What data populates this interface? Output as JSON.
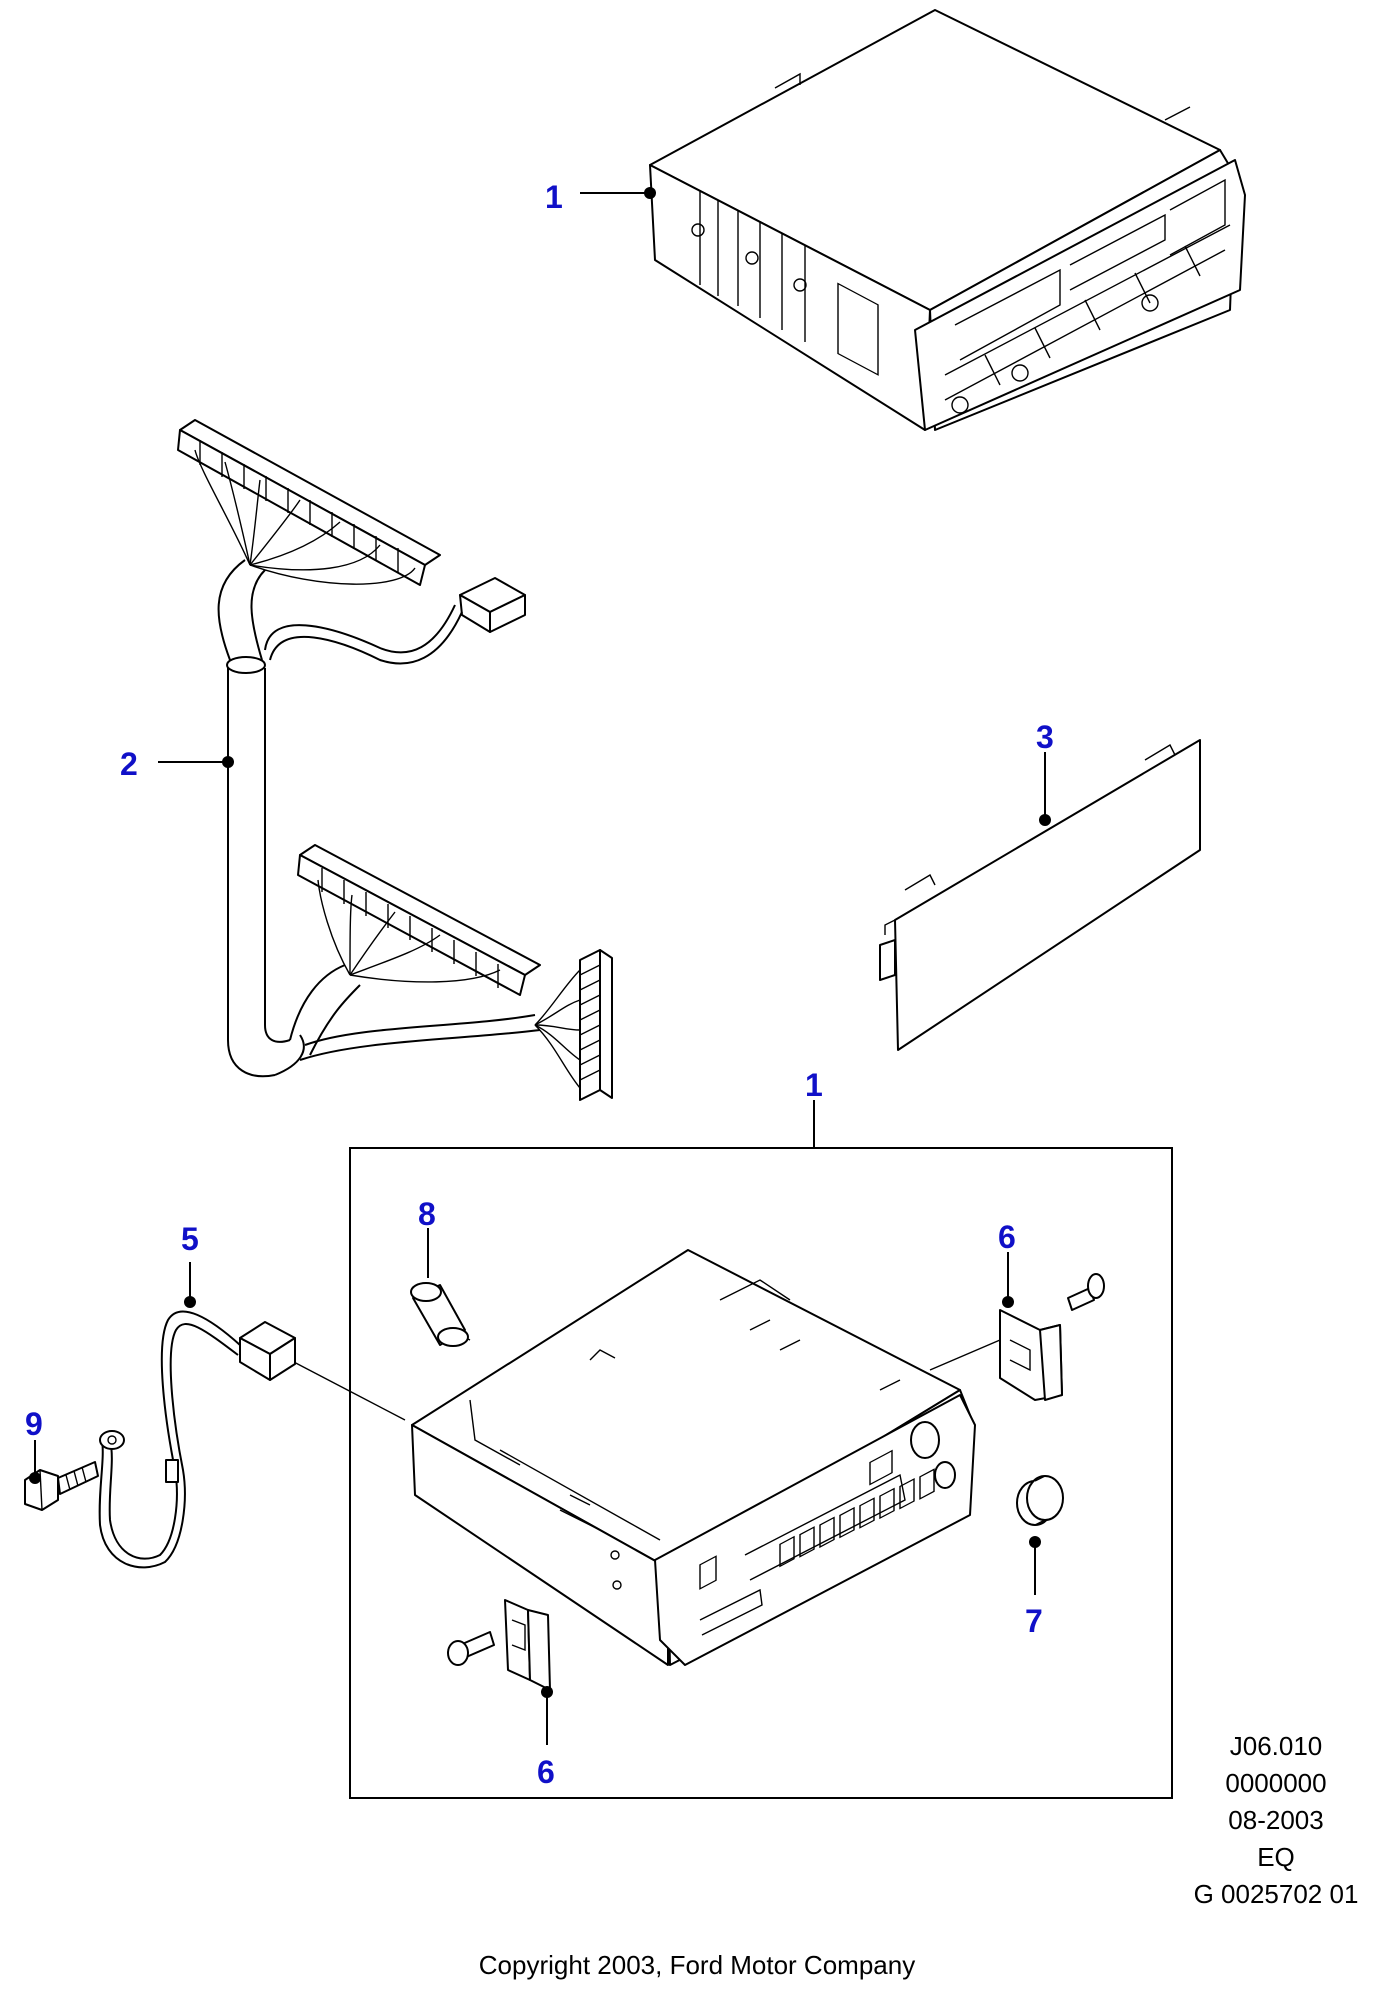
{
  "callouts": {
    "c1_top": "1",
    "c2": "2",
    "c3": "3",
    "c1_box": "1",
    "c8": "8",
    "c5": "5",
    "c6_top": "6",
    "c9": "9",
    "c7": "7",
    "c6_bottom": "6"
  },
  "reference": {
    "line1": "J06.010",
    "line2": "0000000",
    "line3": "08-2003",
    "line4": "EQ",
    "line5": "G 0025702 01"
  },
  "copyright": "Copyright 2003, Ford Motor Company",
  "colors": {
    "callout": "#1010c8",
    "lines": "#000000",
    "background": "#ffffff"
  }
}
